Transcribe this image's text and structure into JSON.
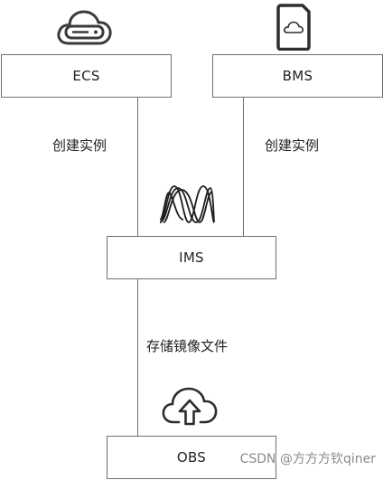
{
  "nodes": {
    "ecs": {
      "label": "ECS",
      "icon": "server-cloud-icon"
    },
    "bms": {
      "label": "BMS",
      "icon": "device-cloud-icon"
    },
    "ims": {
      "label": "IMS",
      "icon": "image-waves-icon"
    },
    "obs": {
      "label": "OBS",
      "icon": "cloud-upload-icon"
    }
  },
  "edges": {
    "ecs_ims": {
      "label": "创建实例"
    },
    "bms_ims": {
      "label": "创建实例"
    },
    "ims_obs": {
      "label": "存储镜像文件"
    }
  },
  "watermark": "CSDN @方方方钦qiner",
  "colors": {
    "stroke": "#6f6f6f",
    "text": "#222222",
    "watermark": "#8a8a8a"
  }
}
